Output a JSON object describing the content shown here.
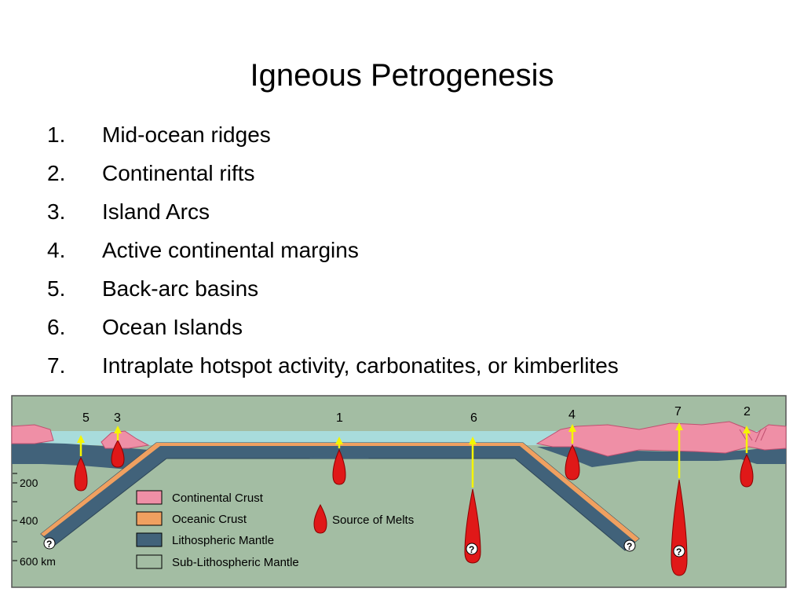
{
  "slide": {
    "title": "Igneous Petrogenesis",
    "items": [
      {
        "number": "1.",
        "label": "Mid-ocean ridges"
      },
      {
        "number": "2.",
        "label": "Continental rifts"
      },
      {
        "number": "3.",
        "label": "Island Arcs"
      },
      {
        "number": "4.",
        "label": "Active continental margins"
      },
      {
        "number": "5.",
        "label": "Back-arc basins"
      },
      {
        "number": "6.",
        "label": "Ocean Islands"
      },
      {
        "number": "7.",
        "label": "Intraplate hotspot activity, carbonatites, or kimberlites"
      }
    ]
  },
  "diagram": {
    "site_labels": [
      "5",
      "3",
      "1",
      "6",
      "4",
      "7",
      "2"
    ],
    "depth_labels": [
      "200",
      "400",
      "600 km"
    ],
    "question_mark": "?",
    "legend": [
      {
        "label": "Continental Crust",
        "color": "#ef8fa6"
      },
      {
        "label": "Oceanic Crust",
        "color": "#f0a060"
      },
      {
        "label": "Lithospheric Mantle",
        "color": "#41627a"
      },
      {
        "label": "Sub-Lithospheric Mantle",
        "color": "#a3bda3"
      }
    ],
    "melt_legend": "Source of Melts",
    "colors": {
      "ocean": "#a8dcdc",
      "melt": "#e01818",
      "arrow": "#f5f500"
    }
  }
}
